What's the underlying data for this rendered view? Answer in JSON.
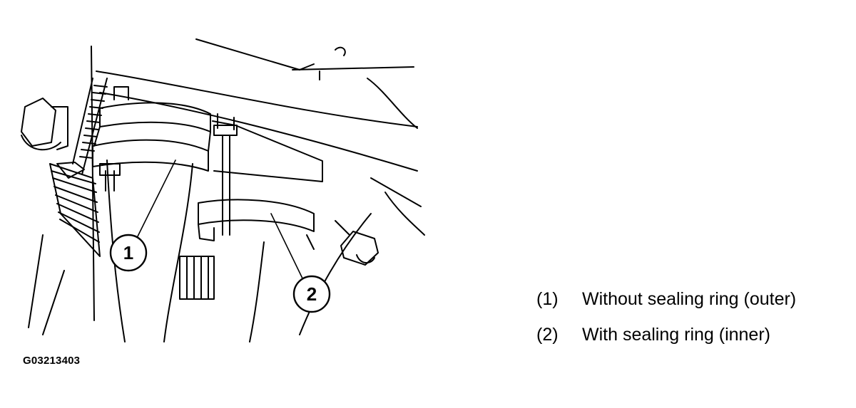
{
  "figure": {
    "id_label": "G03213403",
    "callouts": [
      "1",
      "2"
    ]
  },
  "legend": {
    "items": [
      {
        "number": "(1)",
        "text": "Without sealing ring (outer)"
      },
      {
        "number": "(2)",
        "text": "With sealing ring (inner)"
      }
    ]
  },
  "colors": {
    "ink": "#000000",
    "background": "#ffffff"
  }
}
